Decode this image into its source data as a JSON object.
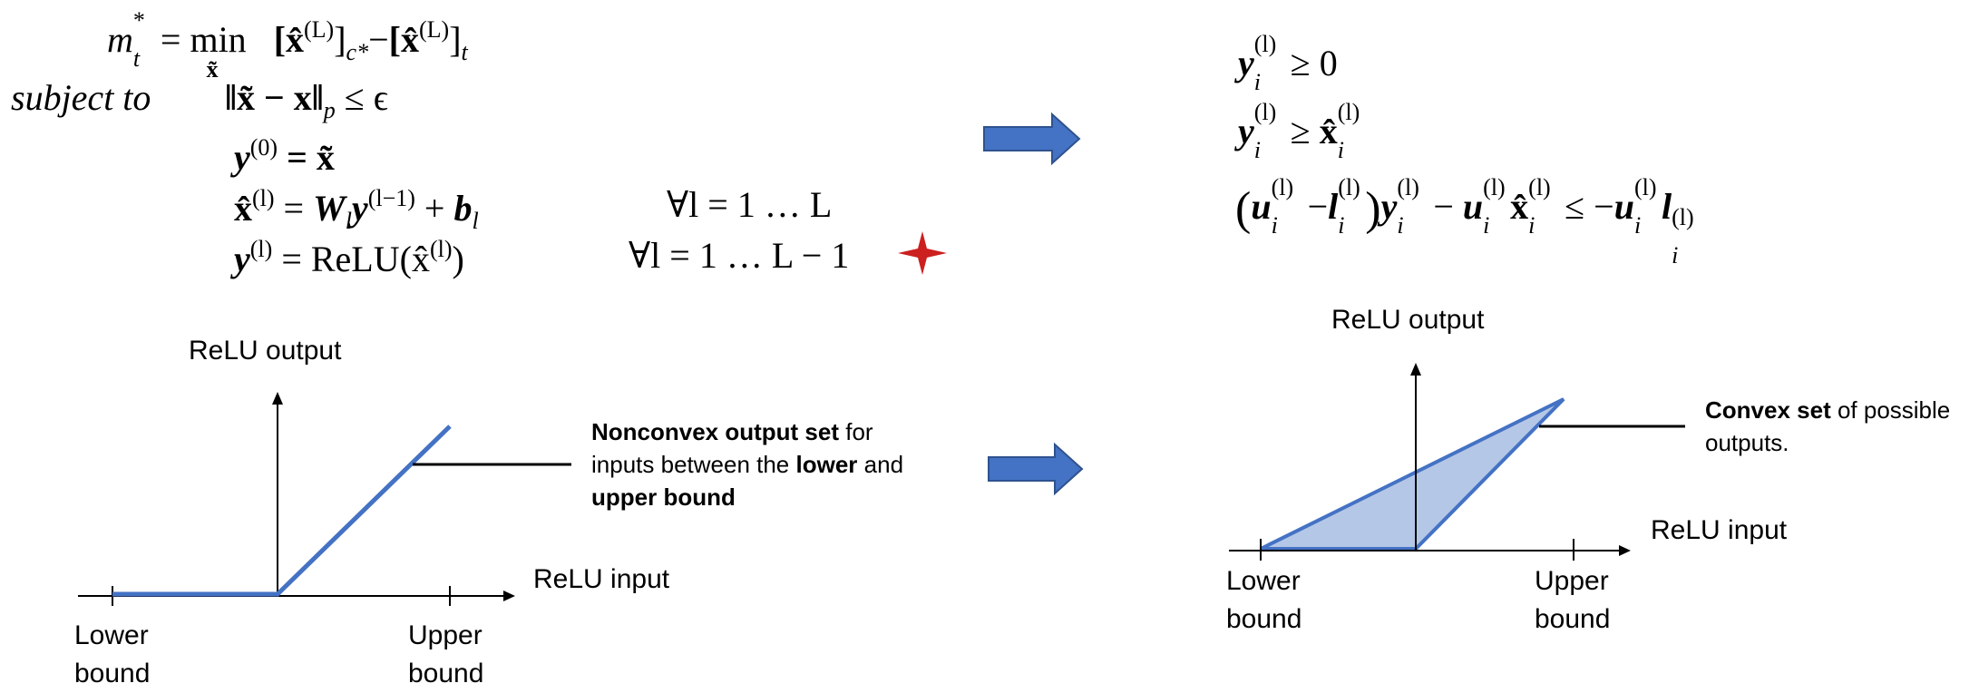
{
  "left_problem": {
    "objective_lhs": "m",
    "objective_lhs_sup": "*",
    "objective_lhs_sub": "t",
    "equals": "=",
    "min": "min",
    "min_under": "x̃",
    "obj_term1": "[x̂",
    "obj_term1_sup": "(L)",
    "obj_term1_close": "]",
    "obj_term1_sub": "c*",
    "minus": "−",
    "obj_term2": "[x̂",
    "obj_term2_sup": "(L)",
    "obj_term2_close": "]",
    "obj_term2_sub": "t",
    "subject_to": "subject to",
    "c1": "‖x̃ − x‖",
    "c1_sub": "p",
    "c1_rest": "≤ ϵ",
    "c2_y": "y",
    "c2_sup": "(0)",
    "c2_rest": "= x̃",
    "c3_xhat": "x̂",
    "c3_sup": "(l)",
    "c3_eq": "=",
    "c3_W": "W",
    "c3_W_sub": "l",
    "c3_y": "y",
    "c3_y_sup": "(l−1)",
    "c3_plus": "+",
    "c3_b": "b",
    "c3_b_sub": "l",
    "c3_forall": "∀l = 1 … L",
    "c4_y": "y",
    "c4_sup": "(l)",
    "c4_eq": "= ReLU(x̂",
    "c4_inner_sup": "(l)",
    "c4_close": ")",
    "c4_forall": "∀l = 1 … L − 1",
    "star_color": "#cc1f1f"
  },
  "right_constraints": {
    "r1_y": "y",
    "r1_sup": "(l)",
    "r1_sub": "i",
    "r1_rest": "≥ 0",
    "r2_y": "y",
    "r2_sup": "(l)",
    "r2_sub": "i",
    "r2_geq": "≥",
    "r2_x": "x̂",
    "r2_x_sup": "(l)",
    "r2_x_sub": "i",
    "r3_open": "(",
    "r3_u": "u",
    "r3_u_sup": "(l)",
    "r3_u_sub": "i",
    "r3_minus": "−",
    "r3_l": "l",
    "r3_l_sup": "(l)",
    "r3_l_sub": "i",
    "r3_close": ")",
    "r3_y": "y",
    "r3_y_sup": "(l)",
    "r3_y_sub": "i",
    "r3_minus2": "−",
    "r3_u2": "u",
    "r3_u2_sup": "(l)",
    "r3_u2_sub": "i",
    "r3_x": "x̂",
    "r3_x_sup": "(l)",
    "r3_x_sub": "i",
    "r3_leq": "≤ −",
    "r3_u3": "u",
    "r3_u3_sup": "(l)",
    "r3_u3_sub": "i",
    "r3_l2": "l",
    "r3_l2_sup": "(l)",
    "r3_l2_sub": "i"
  },
  "left_plot": {
    "y_axis_label": "ReLU output",
    "x_axis_label": "ReLU input",
    "lower_bound": [
      "Lower",
      "bound"
    ],
    "upper_bound": [
      "Upper",
      "bound"
    ],
    "note_bold1": "Nonconvex output set",
    "note_text1": " for inputs between the ",
    "note_bold2": "lower",
    "note_text2": " and ",
    "note_bold3": "upper bound"
  },
  "right_plot": {
    "y_axis_label": "ReLU output",
    "x_axis_label": "ReLU input",
    "lower_bound": [
      "Lower",
      "bound"
    ],
    "upper_bound": [
      "Upper",
      "bound"
    ],
    "note_bold": "Convex set",
    "note_text": " of possible outputs."
  },
  "colors": {
    "arrow_fill": "#4472c4",
    "arrow_stroke": "#2f528f",
    "line_blue": "#4472c4",
    "region_fill": "#b4c7e7"
  }
}
